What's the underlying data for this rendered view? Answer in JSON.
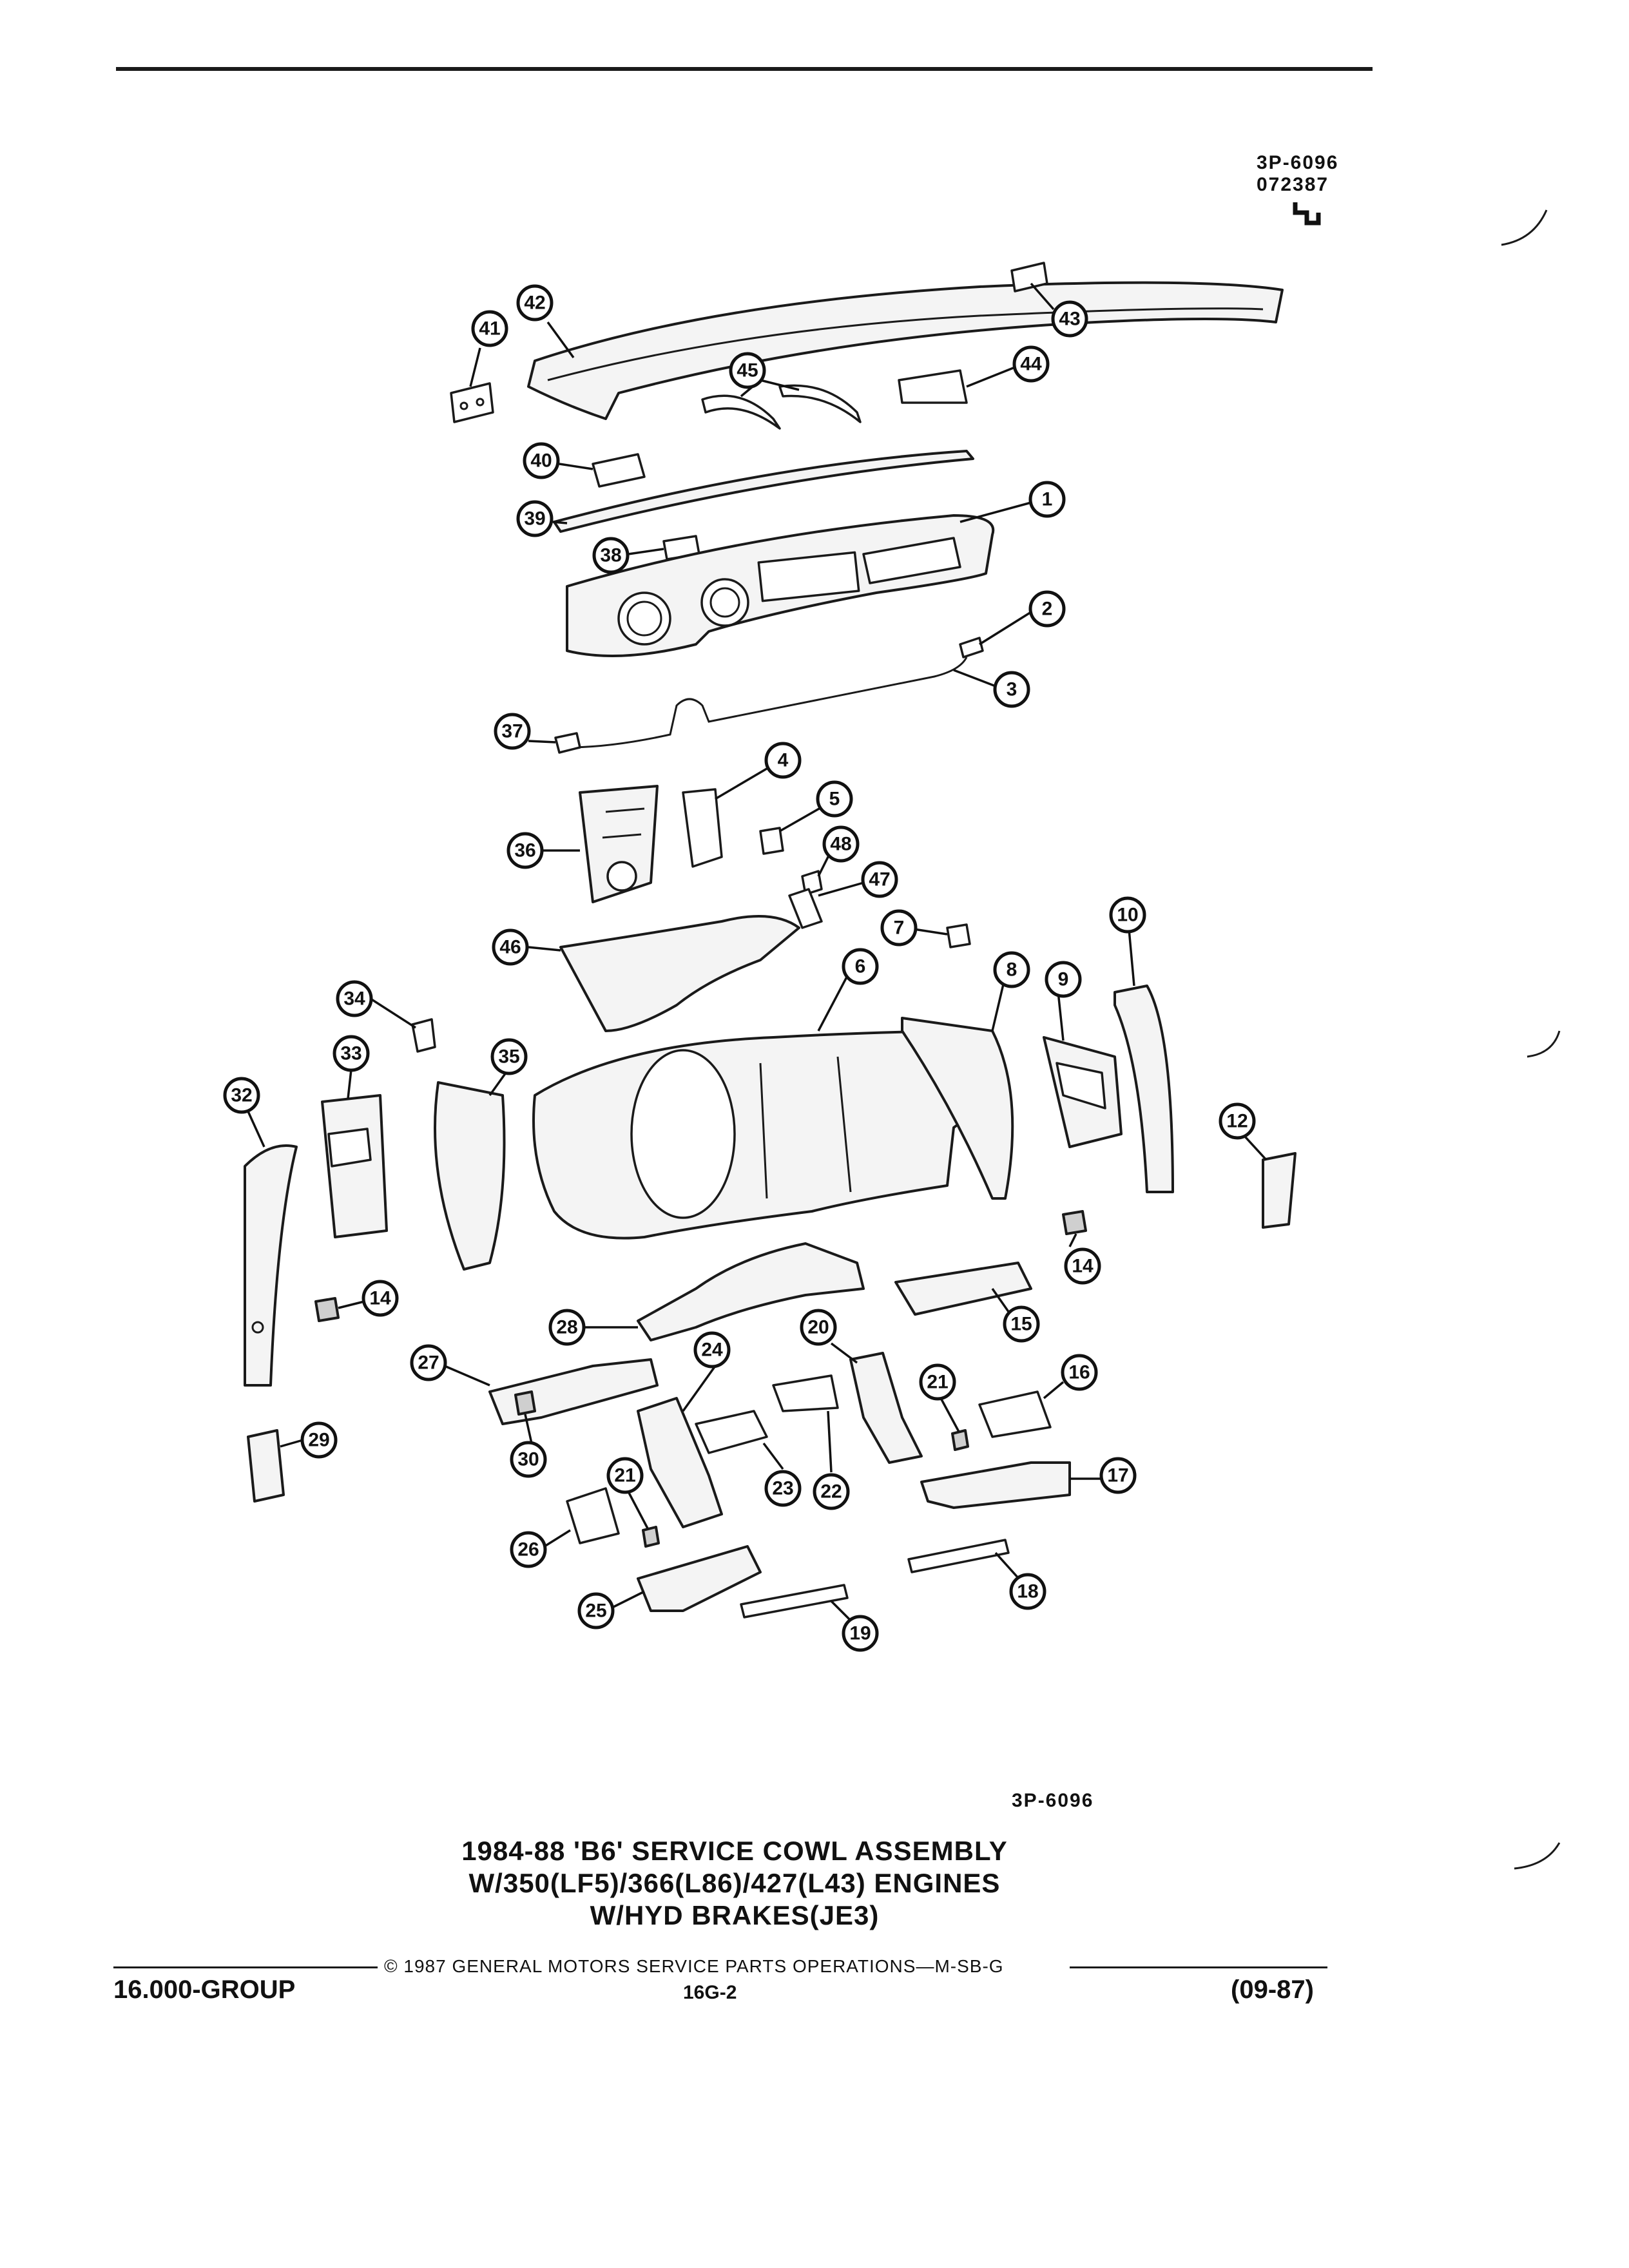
{
  "header": {
    "ref_code": "3P-6096",
    "ref_date": "072387",
    "mark_icon": "corner-mark-icon"
  },
  "callouts": [
    {
      "id": "c1",
      "label": "1"
    },
    {
      "id": "c2",
      "label": "2"
    },
    {
      "id": "c3",
      "label": "3"
    },
    {
      "id": "c4",
      "label": "4"
    },
    {
      "id": "c5",
      "label": "5"
    },
    {
      "id": "c6",
      "label": "6"
    },
    {
      "id": "c7",
      "label": "7"
    },
    {
      "id": "c8",
      "label": "8"
    },
    {
      "id": "c9",
      "label": "9"
    },
    {
      "id": "c10",
      "label": "10"
    },
    {
      "id": "c12",
      "label": "12"
    },
    {
      "id": "c14a",
      "label": "14"
    },
    {
      "id": "c14b",
      "label": "14"
    },
    {
      "id": "c15",
      "label": "15"
    },
    {
      "id": "c16",
      "label": "16"
    },
    {
      "id": "c17",
      "label": "17"
    },
    {
      "id": "c18",
      "label": "18"
    },
    {
      "id": "c19",
      "label": "19"
    },
    {
      "id": "c20",
      "label": "20"
    },
    {
      "id": "c21a",
      "label": "21"
    },
    {
      "id": "c21b",
      "label": "21"
    },
    {
      "id": "c22",
      "label": "22"
    },
    {
      "id": "c23",
      "label": "23"
    },
    {
      "id": "c24",
      "label": "24"
    },
    {
      "id": "c25",
      "label": "25"
    },
    {
      "id": "c26",
      "label": "26"
    },
    {
      "id": "c27",
      "label": "27"
    },
    {
      "id": "c28",
      "label": "28"
    },
    {
      "id": "c29",
      "label": "29"
    },
    {
      "id": "c30",
      "label": "30"
    },
    {
      "id": "c32",
      "label": "32"
    },
    {
      "id": "c33",
      "label": "33"
    },
    {
      "id": "c34",
      "label": "34"
    },
    {
      "id": "c35",
      "label": "35"
    },
    {
      "id": "c36",
      "label": "36"
    },
    {
      "id": "c37",
      "label": "37"
    },
    {
      "id": "c38",
      "label": "38"
    },
    {
      "id": "c39",
      "label": "39"
    },
    {
      "id": "c40",
      "label": "40"
    },
    {
      "id": "c41",
      "label": "41"
    },
    {
      "id": "c42",
      "label": "42"
    },
    {
      "id": "c43",
      "label": "43"
    },
    {
      "id": "c44",
      "label": "44"
    },
    {
      "id": "c45",
      "label": "45"
    },
    {
      "id": "c46",
      "label": "46"
    },
    {
      "id": "c47",
      "label": "47"
    },
    {
      "id": "c48",
      "label": "48"
    }
  ],
  "figure_ref": "3P-6096",
  "title": {
    "line1": "1984-88 'B6' SERVICE COWL ASSEMBLY",
    "line2": "W/350(LF5)/366(L86)/427(L43) ENGINES",
    "line3": "W/HYD BRAKES(JE3)"
  },
  "footer": {
    "copyright": "© 1987 GENERAL MOTORS SERVICE PARTS OPERATIONS—M-SB-G",
    "group": "16.000-GROUP",
    "page": "16G-2",
    "date": "(09-87)"
  }
}
